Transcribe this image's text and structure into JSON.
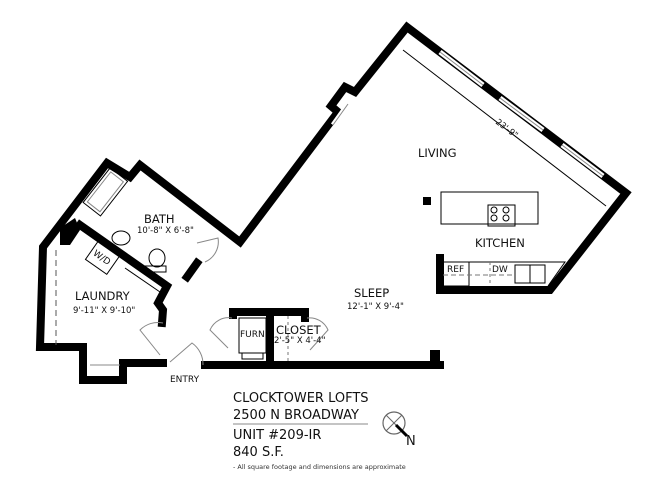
{
  "rooms": {
    "living": {
      "label": "LIVING",
      "dim": "23'-9\""
    },
    "kitchen": {
      "label": "KITCHEN"
    },
    "sleep": {
      "label": "SLEEP",
      "dim": "12'-1\" X 9'-4\""
    },
    "bath": {
      "label": "BATH",
      "dim": "10'-8\" X 6'-8\""
    },
    "laundry": {
      "label": "LAUNDRY",
      "dim": "9'-11\" X 9'-10\""
    },
    "closet": {
      "label": "CLOSET",
      "dim": "2'-5\" X 4'-4\""
    },
    "entry": {
      "label": "ENTRY"
    }
  },
  "fixtures": {
    "ref": "REF",
    "dw": "DW",
    "wd": "W/D",
    "furn": "FURN"
  },
  "info": {
    "building": "CLOCKTOWER LOFTS",
    "address": "2500 N BROADWAY",
    "unit": "UNIT #209-IR",
    "area": "840 S.F.",
    "disclaimer": "- All square footage and dimensions are approximate"
  },
  "compass": {
    "label": "N",
    "icon": "north-arrow-icon"
  },
  "colors": {
    "wall": "#000000",
    "background": "#ffffff"
  }
}
